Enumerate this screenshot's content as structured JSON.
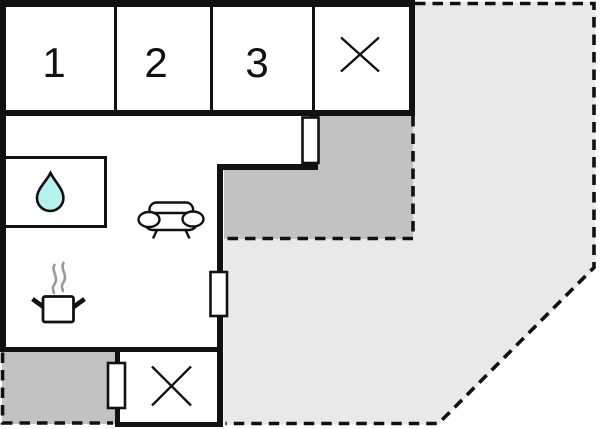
{
  "plan": {
    "rooms": [
      {
        "id": "bedroom-1",
        "label": "1"
      },
      {
        "id": "bedroom-2",
        "label": "2"
      },
      {
        "id": "bedroom-3",
        "label": "3"
      },
      {
        "id": "bathroom-top",
        "label": "",
        "symbol": "x-cross"
      },
      {
        "id": "annex-bottom",
        "label": "",
        "symbol": "x-cross"
      }
    ],
    "icons": {
      "shower": "water-drop-icon",
      "living_area": "sofa-icon",
      "kitchen": "cooking-pot-steam-icon",
      "bathroom_top": "x-cross-icon",
      "annex_bottom": "x-cross-icon",
      "openings": "door-window-icon"
    },
    "colors": {
      "outline": "#111111",
      "terrace_light": "#e9e9e9",
      "terrace_dark": "#c2c2c2",
      "water_drop": "#b6f1ec",
      "steam": "#9a9a9a",
      "interior": "#ffffff"
    }
  }
}
